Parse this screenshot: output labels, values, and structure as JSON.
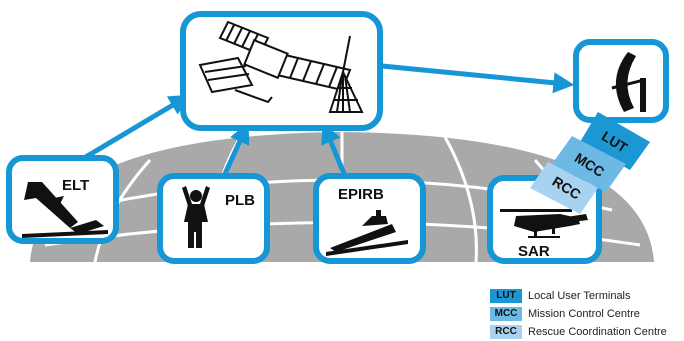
{
  "colors": {
    "frame_blue": "#1796d6",
    "globe_gray": "#a9a9a9",
    "lut_color": "#1b97d4",
    "mcc_color": "#6cb9e6",
    "rcc_color": "#a8d2f0"
  },
  "nodes": {
    "satellite": {
      "icon": "satellite-icon"
    },
    "ground_station": {
      "icon": "satellite-dish-icon"
    },
    "elt": {
      "label": "ELT",
      "icon": "crashed-aircraft-icon"
    },
    "plb": {
      "label": "PLB",
      "icon": "person-signal-icon"
    },
    "epirb": {
      "label": "EPIRB",
      "icon": "sinking-ship-icon"
    },
    "sar": {
      "label": "SAR",
      "icon": "helicopter-icon"
    }
  },
  "tags": [
    {
      "abbr": "LUT"
    },
    {
      "abbr": "MCC"
    },
    {
      "abbr": "RCC"
    }
  ],
  "legend": [
    {
      "abbr": "LUT",
      "desc": "Local User Terminals"
    },
    {
      "abbr": "MCC",
      "desc": "Mission Control Centre"
    },
    {
      "abbr": "RCC",
      "desc": "Rescue Coordination Centre"
    }
  ]
}
